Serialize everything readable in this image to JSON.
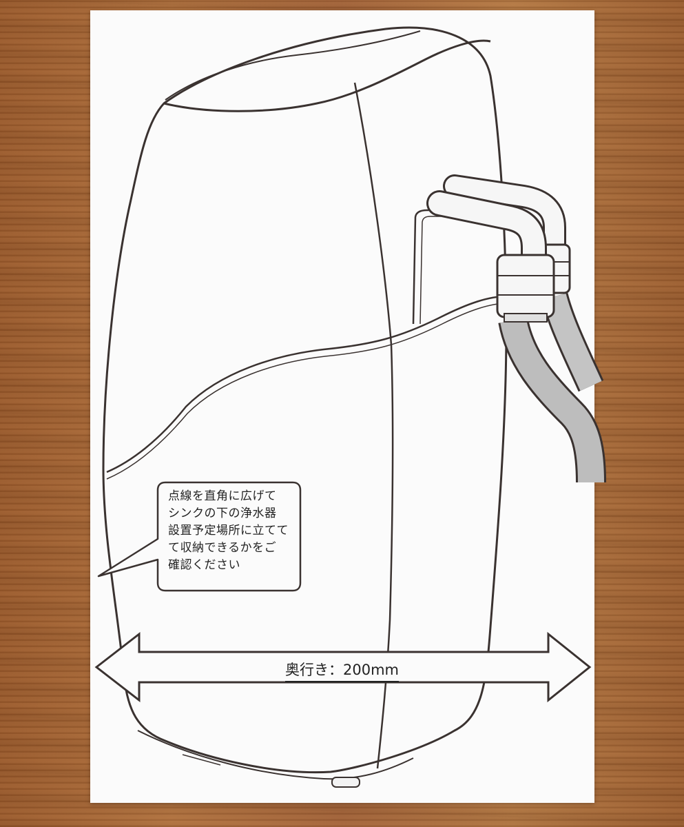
{
  "callout": {
    "lines": [
      "点線を直角に広げて",
      "シンクの下の浄水器",
      "設置予定場所に立てて",
      "て収納できるかをご",
      "確認ください"
    ]
  },
  "dimension": {
    "label": "奥行き：200mm"
  }
}
